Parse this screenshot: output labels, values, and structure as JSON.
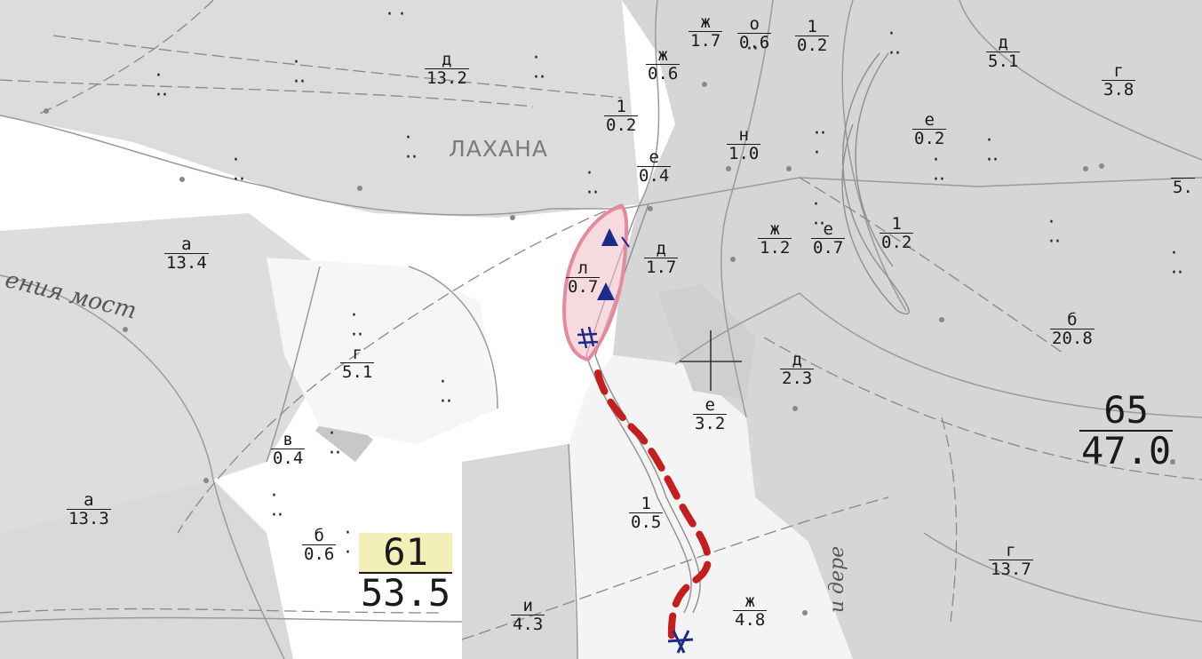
{
  "place_names": {
    "lakhana": "ЛАХАНА",
    "road_left": "ения мост",
    "river_bottom": "и дере"
  },
  "compartments": [
    {
      "num": "61",
      "area": "53.5"
    },
    {
      "num": "65",
      "area": "47.0"
    }
  ],
  "subcompartments": {
    "a_13_4": [
      "а",
      "13.4"
    ],
    "a_13_3": [
      "а",
      "13.3"
    ],
    "d_13_2": [
      "д",
      "13.2"
    ],
    "g_5_1": [
      "г",
      "5.1"
    ],
    "v_0_4": [
      "в",
      "0.4"
    ],
    "b_0_6": [
      "б",
      "0.6"
    ],
    "i_4_3": [
      "и",
      "4.3"
    ],
    "l_0_7": [
      "л",
      "0.7"
    ],
    "d_1_7": [
      "д",
      "1.7"
    ],
    "one_0_2_a": [
      "1",
      "0.2"
    ],
    "e_0_4": [
      "е",
      "0.4"
    ],
    "zh_0_6": [
      "ж",
      "0.6"
    ],
    "zh_1_7": [
      "ж",
      "1.7"
    ],
    "o_0_6": [
      "о",
      "0.6"
    ],
    "one_0_2_b": [
      "1",
      "0.2"
    ],
    "n_1_0": [
      "н",
      "1.0"
    ],
    "d_5_1": [
      "д",
      "5.1"
    ],
    "g_3_8": [
      "г",
      "3.8"
    ],
    "e_0_2": [
      "е",
      "0.2"
    ],
    "zh_1_2": [
      "ж",
      "1.2"
    ],
    "e_0_7": [
      "е",
      "0.7"
    ],
    "one_0_2_c": [
      "1",
      "0.2"
    ],
    "b_20_8": [
      "б",
      "20.8"
    ],
    "d_2_3": [
      "д",
      "2.3"
    ],
    "e_3_2": [
      "е",
      "3.2"
    ],
    "one_0_5": [
      "1",
      "0.5"
    ],
    "zh_4_8": [
      "ж",
      "4.8"
    ],
    "g_13_7": [
      "г",
      "13.7"
    ],
    "edge_5": [
      "",
      "5."
    ]
  },
  "colors": {
    "forest_shade": "#d6d6d6",
    "marker_red": "#c41e1e",
    "marker_pink": "#e58a9a",
    "marker_blue": "#1d2a8a",
    "highlight": "#f2f0b8"
  }
}
